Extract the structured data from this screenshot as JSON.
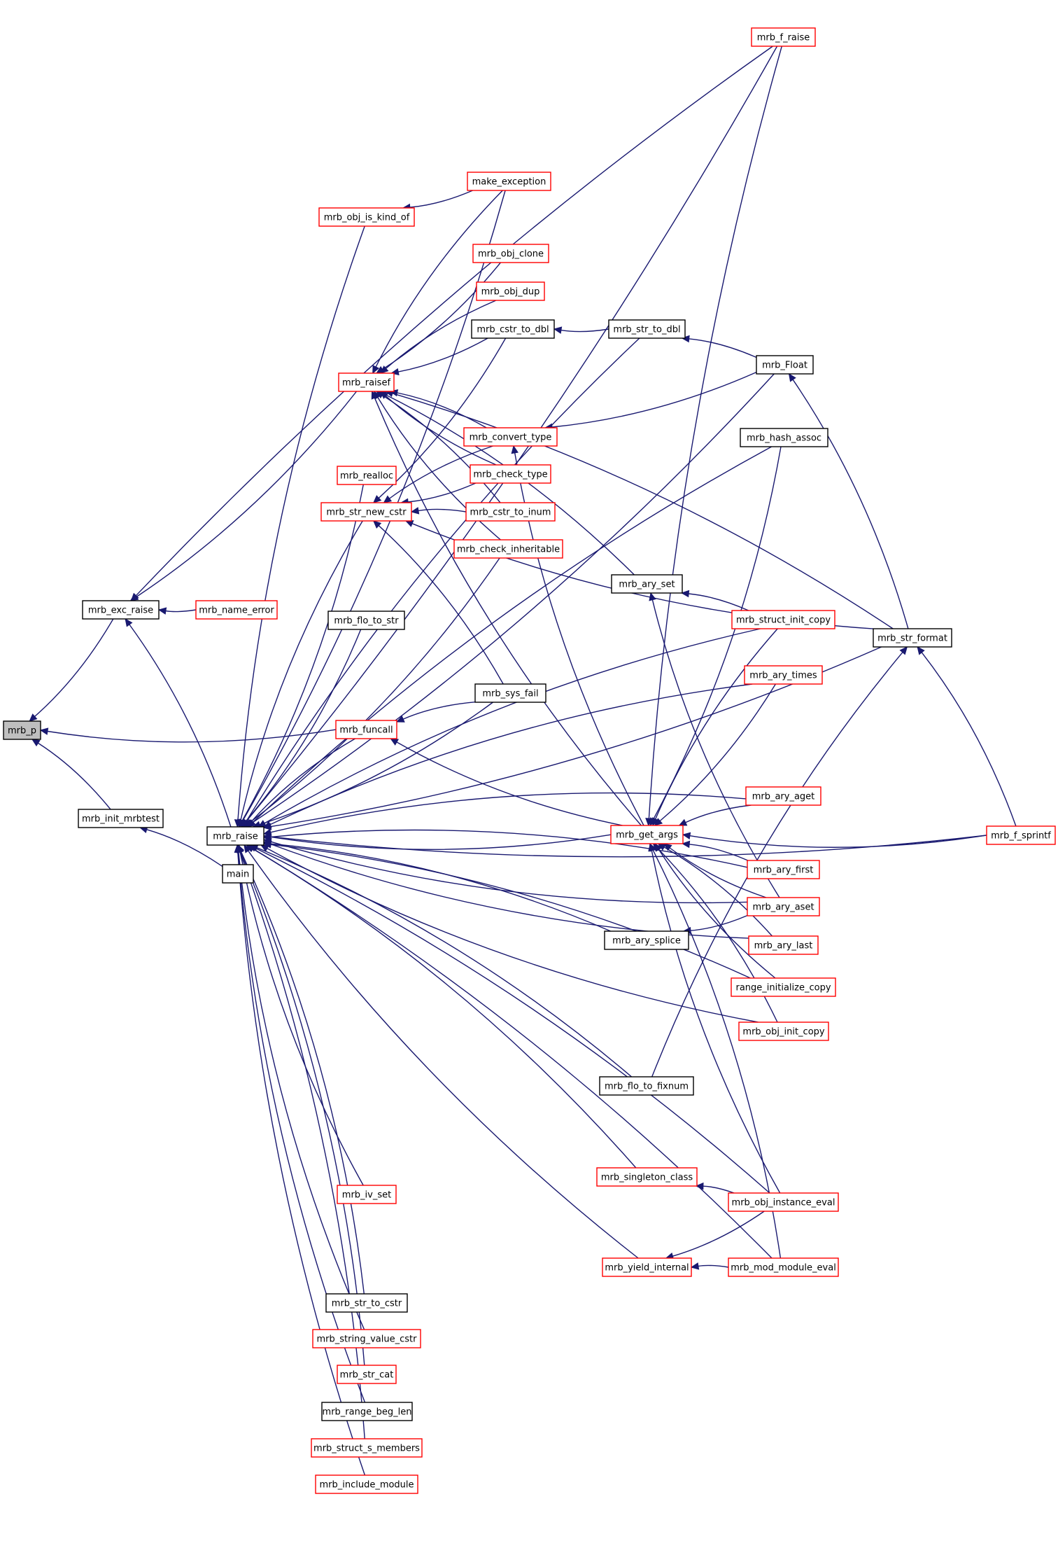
{
  "focus_node": "mrb_p",
  "nodes": [
    {
      "id": "mrb_p",
      "label": "mrb_p",
      "style": "current"
    },
    {
      "id": "mrb_exc_raise",
      "label": "mrb_exc_raise",
      "style": "black"
    },
    {
      "id": "mrb_init_mrbtest",
      "label": "mrb_init_mrbtest",
      "style": "black"
    },
    {
      "id": "mrb_raise",
      "label": "mrb_raise",
      "style": "black"
    },
    {
      "id": "main",
      "label": "main",
      "style": "black"
    },
    {
      "id": "mrb_name_error",
      "label": "mrb_name_error",
      "style": "red"
    },
    {
      "id": "mrb_f_raise",
      "label": "mrb_f_raise",
      "style": "red"
    },
    {
      "id": "make_exception",
      "label": "make_exception",
      "style": "red"
    },
    {
      "id": "mrb_obj_is_kind_of",
      "label": "mrb_obj_is_kind_of",
      "style": "red"
    },
    {
      "id": "mrb_obj_clone",
      "label": "mrb_obj_clone",
      "style": "red"
    },
    {
      "id": "mrb_obj_dup",
      "label": "mrb_obj_dup",
      "style": "red"
    },
    {
      "id": "mrb_cstr_to_dbl",
      "label": "mrb_cstr_to_dbl",
      "style": "black"
    },
    {
      "id": "mrb_str_to_dbl",
      "label": "mrb_str_to_dbl",
      "style": "black"
    },
    {
      "id": "mrb_Float",
      "label": "mrb_Float",
      "style": "black"
    },
    {
      "id": "mrb_raisef",
      "label": "mrb_raisef",
      "style": "red"
    },
    {
      "id": "mrb_convert_type",
      "label": "mrb_convert_type",
      "style": "red"
    },
    {
      "id": "mrb_hash_assoc",
      "label": "mrb_hash_assoc",
      "style": "black"
    },
    {
      "id": "mrb_realloc",
      "label": "mrb_realloc",
      "style": "red"
    },
    {
      "id": "mrb_check_type",
      "label": "mrb_check_type",
      "style": "red"
    },
    {
      "id": "mrb_str_new_cstr",
      "label": "mrb_str_new_cstr",
      "style": "red"
    },
    {
      "id": "mrb_cstr_to_inum",
      "label": "mrb_cstr_to_inum",
      "style": "red"
    },
    {
      "id": "mrb_check_inheritable",
      "label": "mrb_check_inheritable",
      "style": "red"
    },
    {
      "id": "mrb_ary_set",
      "label": "mrb_ary_set",
      "style": "black"
    },
    {
      "id": "mrb_struct_init_copy",
      "label": "mrb_struct_init_copy",
      "style": "red"
    },
    {
      "id": "mrb_str_format",
      "label": "mrb_str_format",
      "style": "black"
    },
    {
      "id": "mrb_flo_to_str",
      "label": "mrb_flo_to_str",
      "style": "black"
    },
    {
      "id": "mrb_ary_times",
      "label": "mrb_ary_times",
      "style": "red"
    },
    {
      "id": "mrb_sys_fail",
      "label": "mrb_sys_fail",
      "style": "black"
    },
    {
      "id": "mrb_funcall",
      "label": "mrb_funcall",
      "style": "red"
    },
    {
      "id": "mrb_ary_aget",
      "label": "mrb_ary_aget",
      "style": "red"
    },
    {
      "id": "mrb_get_args",
      "label": "mrb_get_args",
      "style": "red"
    },
    {
      "id": "mrb_f_sprintf",
      "label": "mrb_f_sprintf",
      "style": "red"
    },
    {
      "id": "mrb_ary_first",
      "label": "mrb_ary_first",
      "style": "red"
    },
    {
      "id": "mrb_ary_aset",
      "label": "mrb_ary_aset",
      "style": "red"
    },
    {
      "id": "mrb_ary_splice",
      "label": "mrb_ary_splice",
      "style": "black"
    },
    {
      "id": "mrb_ary_last",
      "label": "mrb_ary_last",
      "style": "red"
    },
    {
      "id": "range_initialize_copy",
      "label": "range_initialize_copy",
      "style": "red"
    },
    {
      "id": "mrb_obj_init_copy",
      "label": "mrb_obj_init_copy",
      "style": "red"
    },
    {
      "id": "mrb_flo_to_fixnum",
      "label": "mrb_flo_to_fixnum",
      "style": "black"
    },
    {
      "id": "mrb_singleton_class",
      "label": "mrb_singleton_class",
      "style": "red"
    },
    {
      "id": "mrb_iv_set",
      "label": "mrb_iv_set",
      "style": "red"
    },
    {
      "id": "mrb_obj_instance_eval",
      "label": "mrb_obj_instance_eval",
      "style": "red"
    },
    {
      "id": "mrb_yield_internal",
      "label": "mrb_yield_internal",
      "style": "red"
    },
    {
      "id": "mrb_mod_module_eval",
      "label": "mrb_mod_module_eval",
      "style": "red"
    },
    {
      "id": "mrb_str_to_cstr",
      "label": "mrb_str_to_cstr",
      "style": "black"
    },
    {
      "id": "mrb_string_value_cstr",
      "label": "mrb_string_value_cstr",
      "style": "red"
    },
    {
      "id": "mrb_str_cat",
      "label": "mrb_str_cat",
      "style": "red"
    },
    {
      "id": "mrb_range_beg_len",
      "label": "mrb_range_beg_len",
      "style": "black"
    },
    {
      "id": "mrb_struct_s_members",
      "label": "mrb_struct_s_members",
      "style": "red"
    },
    {
      "id": "mrb_include_module",
      "label": "mrb_include_module",
      "style": "red"
    }
  ],
  "edges": [
    [
      "mrb_exc_raise",
      "mrb_p"
    ],
    [
      "mrb_init_mrbtest",
      "mrb_p"
    ],
    [
      "mrb_funcall",
      "mrb_p"
    ],
    [
      "main",
      "mrb_init_mrbtest"
    ],
    [
      "mrb_name_error",
      "mrb_exc_raise"
    ],
    [
      "mrb_raise",
      "mrb_exc_raise"
    ],
    [
      "mrb_raisef",
      "mrb_exc_raise"
    ],
    [
      "mrb_f_raise",
      "mrb_exc_raise"
    ],
    [
      "mrb_f_raise",
      "mrb_raise"
    ],
    [
      "mrb_obj_is_kind_of",
      "mrb_raise"
    ],
    [
      "make_exception",
      "mrb_raise"
    ],
    [
      "mrb_str_to_dbl",
      "mrb_raise"
    ],
    [
      "mrb_Float",
      "mrb_raise"
    ],
    [
      "mrb_hash_assoc",
      "mrb_raise"
    ],
    [
      "mrb_realloc",
      "mrb_raise"
    ],
    [
      "mrb_str_new_cstr",
      "mrb_raise"
    ],
    [
      "mrb_check_inheritable",
      "mrb_raise"
    ],
    [
      "mrb_struct_init_copy",
      "mrb_raise"
    ],
    [
      "mrb_flo_to_str",
      "mrb_raise"
    ],
    [
      "mrb_ary_times",
      "mrb_raise"
    ],
    [
      "mrb_sys_fail",
      "mrb_raise"
    ],
    [
      "mrb_funcall",
      "mrb_raise"
    ],
    [
      "mrb_str_format",
      "mrb_raise"
    ],
    [
      "mrb_ary_aget",
      "mrb_raise"
    ],
    [
      "mrb_get_args",
      "mrb_raise"
    ],
    [
      "mrb_ary_first",
      "mrb_raise"
    ],
    [
      "mrb_ary_aset",
      "mrb_raise"
    ],
    [
      "mrb_ary_splice",
      "mrb_raise"
    ],
    [
      "mrb_ary_last",
      "mrb_raise"
    ],
    [
      "range_initialize_copy",
      "mrb_raise"
    ],
    [
      "mrb_obj_init_copy",
      "mrb_raise"
    ],
    [
      "mrb_flo_to_fixnum",
      "mrb_raise"
    ],
    [
      "mrb_f_sprintf",
      "mrb_raise"
    ],
    [
      "mrb_singleton_class",
      "mrb_raise"
    ],
    [
      "mrb_iv_set",
      "mrb_raise"
    ],
    [
      "mrb_obj_instance_eval",
      "mrb_raise"
    ],
    [
      "mrb_yield_internal",
      "mrb_raise"
    ],
    [
      "mrb_str_to_cstr",
      "mrb_raise"
    ],
    [
      "mrb_string_value_cstr",
      "mrb_raise"
    ],
    [
      "mrb_str_cat",
      "mrb_raise"
    ],
    [
      "mrb_range_beg_len",
      "mrb_raise"
    ],
    [
      "mrb_struct_s_members",
      "mrb_raise"
    ],
    [
      "mrb_include_module",
      "mrb_raise"
    ],
    [
      "mrb_mod_module_eval",
      "mrb_raise"
    ],
    [
      "make_exception",
      "mrb_obj_is_kind_of"
    ],
    [
      "make_exception",
      "mrb_raisef"
    ],
    [
      "mrb_obj_clone",
      "mrb_raisef"
    ],
    [
      "mrb_obj_dup",
      "mrb_raisef"
    ],
    [
      "mrb_cstr_to_dbl",
      "mrb_raisef"
    ],
    [
      "mrb_convert_type",
      "mrb_raisef"
    ],
    [
      "mrb_check_type",
      "mrb_raisef"
    ],
    [
      "mrb_cstr_to_inum",
      "mrb_raisef"
    ],
    [
      "mrb_check_inheritable",
      "mrb_raisef"
    ],
    [
      "mrb_ary_set",
      "mrb_raisef"
    ],
    [
      "mrb_get_args",
      "mrb_raisef"
    ],
    [
      "mrb_str_format",
      "mrb_raisef"
    ],
    [
      "mrb_str_to_dbl",
      "mrb_cstr_to_dbl"
    ],
    [
      "mrb_Float",
      "mrb_str_to_dbl"
    ],
    [
      "mrb_Float",
      "mrb_convert_type"
    ],
    [
      "mrb_str_format",
      "mrb_Float"
    ],
    [
      "mrb_get_args",
      "mrb_convert_type"
    ],
    [
      "mrb_convert_type",
      "mrb_str_new_cstr"
    ],
    [
      "mrb_check_type",
      "mrb_str_new_cstr"
    ],
    [
      "mrb_cstr_to_inum",
      "mrb_str_new_cstr"
    ],
    [
      "mrb_cstr_to_dbl",
      "mrb_str_new_cstr"
    ],
    [
      "mrb_sys_fail",
      "mrb_str_new_cstr"
    ],
    [
      "mrb_str_format",
      "mrb_str_new_cstr"
    ],
    [
      "mrb_struct_init_copy",
      "mrb_ary_set"
    ],
    [
      "mrb_ary_aset",
      "mrb_ary_set"
    ],
    [
      "mrb_f_sprintf",
      "mrb_str_format"
    ],
    [
      "mrb_flo_to_fixnum",
      "mrb_str_format"
    ],
    [
      "mrb_sys_fail",
      "mrb_funcall"
    ],
    [
      "mrb_get_args",
      "mrb_funcall"
    ],
    [
      "mrb_f_raise",
      "mrb_get_args"
    ],
    [
      "mrb_hash_assoc",
      "mrb_get_args"
    ],
    [
      "mrb_struct_init_copy",
      "mrb_get_args"
    ],
    [
      "mrb_ary_times",
      "mrb_get_args"
    ],
    [
      "mrb_ary_aget",
      "mrb_get_args"
    ],
    [
      "mrb_f_sprintf",
      "mrb_get_args"
    ],
    [
      "mrb_ary_first",
      "mrb_get_args"
    ],
    [
      "mrb_ary_aset",
      "mrb_get_args"
    ],
    [
      "mrb_ary_last",
      "mrb_get_args"
    ],
    [
      "range_initialize_copy",
      "mrb_get_args"
    ],
    [
      "mrb_obj_init_copy",
      "mrb_get_args"
    ],
    [
      "mrb_obj_instance_eval",
      "mrb_get_args"
    ],
    [
      "mrb_mod_module_eval",
      "mrb_get_args"
    ],
    [
      "mrb_ary_aset",
      "mrb_ary_splice"
    ],
    [
      "mrb_obj_instance_eval",
      "mrb_singleton_class"
    ],
    [
      "mrb_obj_instance_eval",
      "mrb_yield_internal"
    ],
    [
      "mrb_mod_module_eval",
      "mrb_yield_internal"
    ]
  ]
}
